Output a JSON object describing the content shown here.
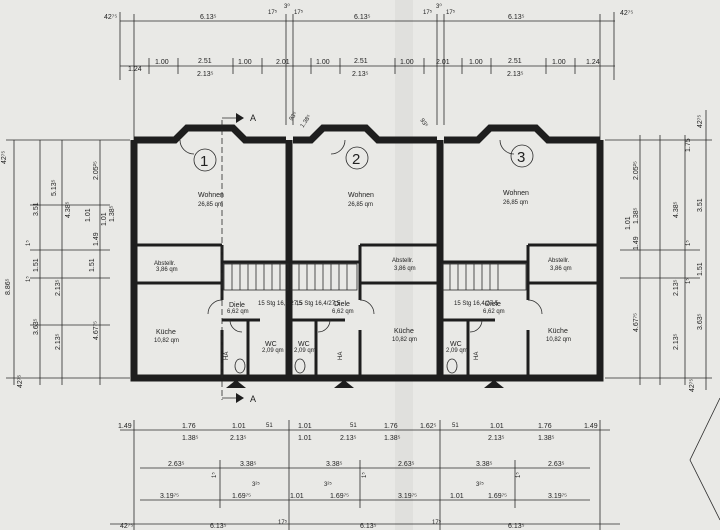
{
  "colors": {
    "paper": "#e9e9e6",
    "ink": "#1e1e1e"
  },
  "section_marker": "A",
  "units": [
    {
      "number": "1",
      "rooms": {
        "wohnen": "Wohnen",
        "wohnen_area": "26,85 qm",
        "abstell": "Abstellr.",
        "abstell_area": "3,86 qm",
        "kueche": "Küche",
        "kueche_area": "10,82 qm",
        "diele": "Diele",
        "diele_area": "6,62 qm",
        "wc": "WC",
        "wc_area": "2,09 qm",
        "ha": "HA",
        "stair": "15 Stg 16,4/27,5"
      }
    },
    {
      "number": "2",
      "rooms": {
        "wohnen": "Wohnen",
        "wohnen_area": "26,85 qm",
        "abstell": "Abstellr.",
        "abstell_area": "3,86 qm",
        "kueche": "Küche",
        "kueche_area": "10,82 qm",
        "diele": "Diele",
        "diele_area": "6,62 qm",
        "wc": "WC",
        "wc_area": "2,09 qm",
        "ha": "HA",
        "stair": "15 Stg 16,4/27,5"
      }
    },
    {
      "number": "3",
      "rooms": {
        "wohnen": "Wohnen",
        "wohnen_area": "26,85 qm",
        "abstell": "Abstellr.",
        "abstell_area": "3,86 qm",
        "kueche": "Küche",
        "kueche_area": "10,82 qm",
        "diele": "Diele",
        "diele_area": "6,62 qm",
        "wc": "WC",
        "wc_area": "2,09 qm",
        "ha": "HA",
        "stair": "15 Stg 16,4/27,5"
      }
    }
  ],
  "top_dims": {
    "row1": [
      "42⁷⁵",
      "6.13⁵",
      "17⁵",
      "3⁰",
      "17⁵",
      "6.13⁵",
      "17⁵",
      "3⁰",
      "17⁵",
      "6.13⁵",
      "42⁷⁵"
    ],
    "row2": [
      "1.24",
      "1.00",
      "2.51",
      "1.00",
      "2.01",
      "1.00",
      "2.51",
      "1.00",
      "2.01",
      "1.00",
      "2.51",
      "1.00",
      "1.24"
    ],
    "row2_sub": [
      "2.13⁵",
      "2.13⁵",
      "2.13⁵"
    ],
    "bay_diag": [
      "93⁵",
      "1.38⁵",
      "93⁵"
    ]
  },
  "left_dims": {
    "outer": [
      "42⁷⁵",
      "8.86⁵",
      "42⁷⁵"
    ],
    "mid": [
      "3.63⁵",
      "1.51",
      "2.13⁵"
    ],
    "inner": [
      "4.38⁵",
      "1.01",
      "2.13⁵",
      "1.51"
    ],
    "walls": [
      "4.67⁷⁵",
      "1.49",
      "1.01",
      "1.38⁵",
      "2.05²⁵"
    ],
    "small": [
      "3.51",
      "5.13⁵",
      "1⁵",
      "1⁵"
    ]
  },
  "right_dims": {
    "outer": [
      "42⁷⁵",
      "42⁷⁵"
    ],
    "mid": [
      "3.63⁵",
      "2.13⁵",
      "1.51"
    ],
    "inner": [
      "4.38⁵",
      "3.51",
      "2.13⁵"
    ],
    "walls": [
      "4.67⁷⁵",
      "1.49",
      "1.01",
      "1.38⁵",
      "2.05²⁵"
    ],
    "small": [
      "1.75",
      "1⁵",
      "1⁵"
    ]
  },
  "bottom_dims": {
    "row1": [
      "1.49",
      "1.76",
      "1.01",
      "51",
      "1.01",
      "51",
      "1.76",
      "1.62⁵",
      "51",
      "1.01",
      "1.76",
      "1.49"
    ],
    "row1_sub": [
      "1.38⁵",
      "2.13⁵",
      "2.13⁵",
      "1.38⁵",
      "1.01",
      "2.13⁵",
      "1.38⁵"
    ],
    "row2": [
      "2.63⁵",
      "3.38⁵",
      "3.38⁵",
      "2.63⁵",
      "3.38⁵",
      "2.63⁵"
    ],
    "row2_sub": [
      "1⁵",
      "1⁵",
      "1⁵"
    ],
    "row3": [
      "3.19⁷⁵",
      "1.69⁷⁵",
      "1.01",
      "1.69⁷⁵",
      "3.19⁷⁵",
      "1.01",
      "1.69⁷⁵",
      "3.19⁷⁵"
    ],
    "row3_sub": [
      "3²⁵",
      "3²⁵",
      "3²⁵"
    ],
    "row4": [
      "42⁷⁵",
      "6.13⁵",
      "17⁵",
      "6.13⁵",
      "17⁵",
      "6.13⁵"
    ]
  }
}
